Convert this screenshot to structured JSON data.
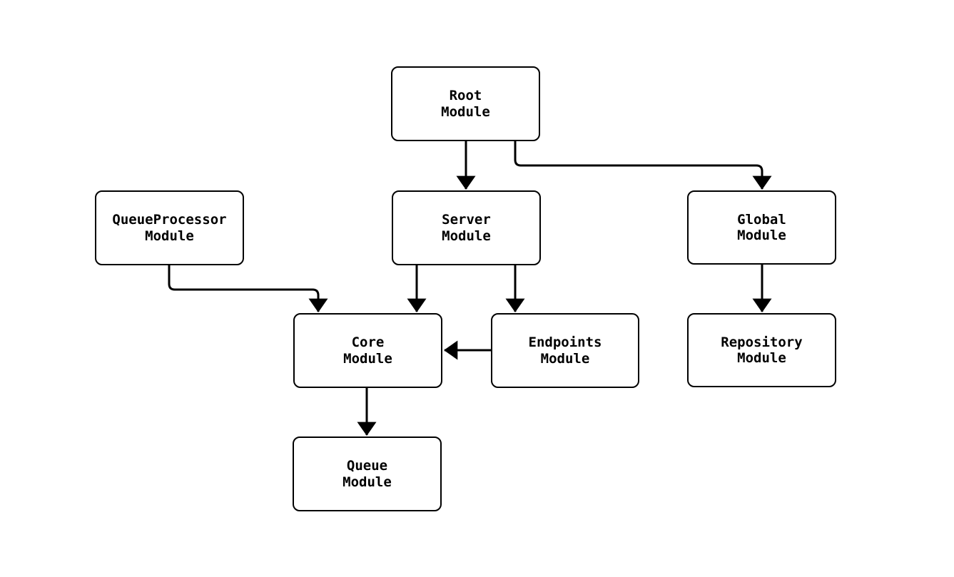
{
  "diagram": {
    "background_color": "#ffffff",
    "node_fill_color": "#ffffff",
    "node_border_color": "#000000",
    "edge_color": "#000000",
    "text_color": "#000000",
    "nodes": {
      "root": {
        "label": "Root\nModule"
      },
      "queueprocessor": {
        "label": "QueueProcessor\nModule"
      },
      "server": {
        "label": "Server\nModule"
      },
      "global": {
        "label": "Global\nModule"
      },
      "core": {
        "label": "Core\nModule"
      },
      "endpoints": {
        "label": "Endpoints\nModule"
      },
      "repository": {
        "label": "Repository\nModule"
      },
      "queue": {
        "label": "Queue\nModule"
      }
    },
    "edges": [
      {
        "from": "Root Module",
        "to": "Server Module"
      },
      {
        "from": "Root Module",
        "to": "Global Module"
      },
      {
        "from": "QueueProcessor Module",
        "to": "Core Module"
      },
      {
        "from": "Server Module",
        "to": "Core Module"
      },
      {
        "from": "Server Module",
        "to": "Endpoints Module"
      },
      {
        "from": "Endpoints Module",
        "to": "Core Module"
      },
      {
        "from": "Global Module",
        "to": "Repository Module"
      },
      {
        "from": "Core Module",
        "to": "Queue Module"
      }
    ]
  }
}
